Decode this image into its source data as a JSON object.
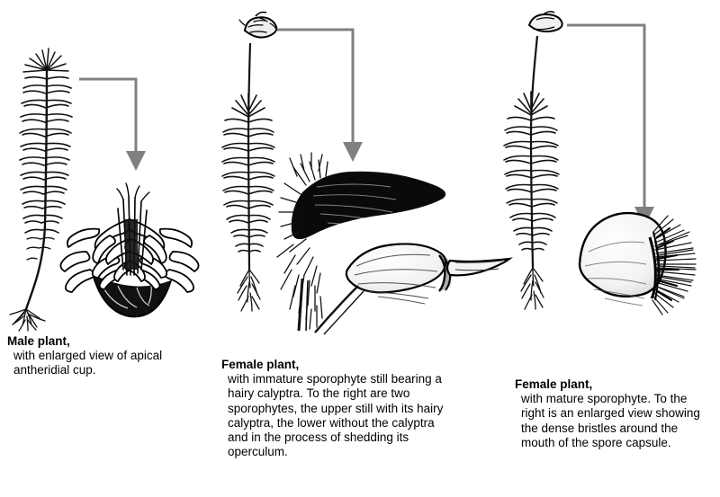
{
  "figure": {
    "type": "botanical-diagram",
    "subject": "Polytrichum moss life-cycle plants",
    "background_color": "#ffffff",
    "ink_color": "#000000",
    "arrow_color": "#808080"
  },
  "captions": [
    {
      "id": "male-plant",
      "lead": "Male plant,",
      "body": "with enlarged view of apical antheridial cup."
    },
    {
      "id": "female-plant-immature",
      "lead": "Female plant,",
      "body": "with immature sporophyte still bearing a hairy calyptra. To the right are two sporophytes, the upper still with its hairy calyptra, the lower without the calyptra and in the process of shedding its operculum."
    },
    {
      "id": "female-plant-mature",
      "lead": "Female plant,",
      "body": "with mature sporophyte. To the right is an enlarged view showing the dense bristles around the mouth of the spore capsule."
    }
  ],
  "illustrations": [
    {
      "id": "male-gametophyte",
      "label": "male plant shoot"
    },
    {
      "id": "antheridial-cup",
      "label": "enlarged antheridial cup"
    },
    {
      "id": "female-gametophyte-immature",
      "label": "female plant with immature sporophyte"
    },
    {
      "id": "calyptra-sporophyte",
      "label": "sporophyte with hairy calyptra"
    },
    {
      "id": "capsule-operculum",
      "label": "capsule shedding operculum"
    },
    {
      "id": "female-gametophyte-mature",
      "label": "female plant with mature sporophyte"
    },
    {
      "id": "spore-capsule-bristles",
      "label": "enlarged spore capsule with bristles"
    }
  ],
  "arrows": [
    {
      "id": "arrow-male-to-cup",
      "from": "male-gametophyte",
      "to": "antheridial-cup"
    },
    {
      "id": "arrow-female1-to-sporophytes",
      "from": "female-gametophyte-immature",
      "to": "calyptra-sporophyte"
    },
    {
      "id": "arrow-female2-to-capsule",
      "from": "female-gametophyte-mature",
      "to": "spore-capsule-bristles"
    }
  ]
}
